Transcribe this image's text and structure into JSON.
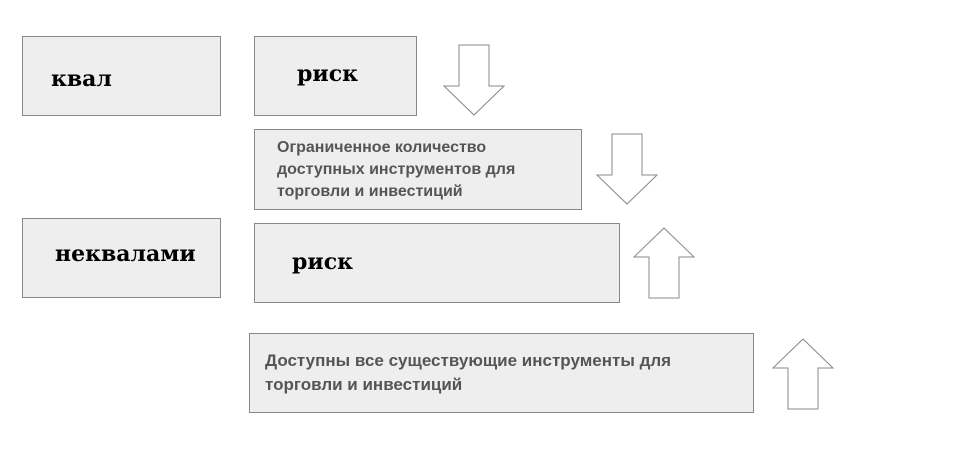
{
  "left": {
    "qual_label": "квал",
    "nonqual_label": "неквалами"
  },
  "qual_row": {
    "risk_label": "риск",
    "risk_direction": "down",
    "instruments_text": "Ограниченное количество доступных инструментов для торговли и инвестиций",
    "instruments_direction": "down"
  },
  "nonqual_row": {
    "risk_label": "риск",
    "risk_direction": "up",
    "instruments_text": "Доступны все существующие инструменты для торговли и инвестиций",
    "instruments_direction": "up"
  },
  "colors": {
    "box_fill": "#eeeeee",
    "box_border": "#888888",
    "sans_text": "#555555"
  }
}
